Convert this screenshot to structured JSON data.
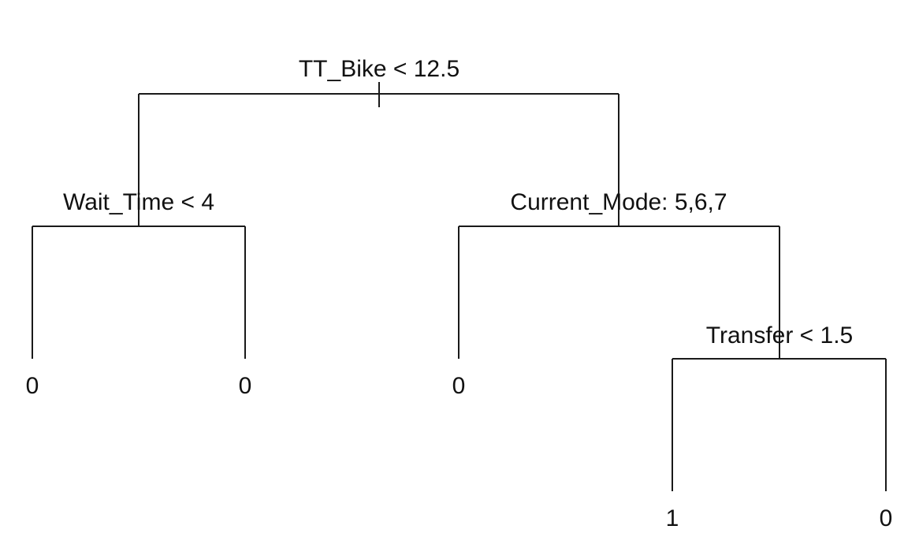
{
  "tree": {
    "split_labels": {
      "root": "TT_Bike < 12.5",
      "left": "Wait_Time < 4",
      "right": "Current_Mode: 5,6,7",
      "right_right": "Transfer < 1.5"
    },
    "leaf_labels": {
      "left_left": "0",
      "left_right": "0",
      "right_left": "0",
      "right_right_left": "1",
      "right_right_right": "0"
    }
  }
}
